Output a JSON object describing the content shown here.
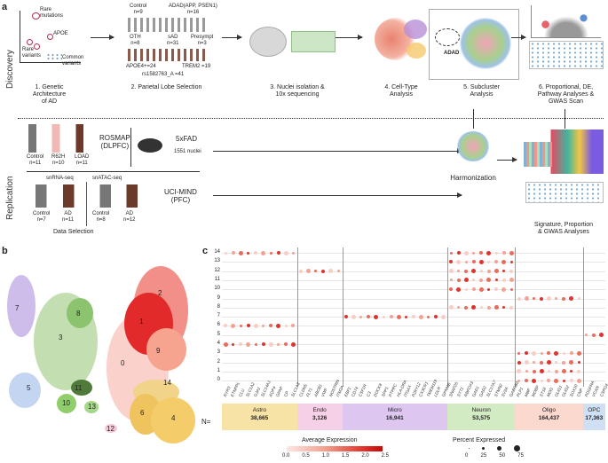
{
  "panel_labels": {
    "a": "a",
    "b": "b",
    "c": "c"
  },
  "side_labels": {
    "discovery": "Discovery",
    "replication": "Replication"
  },
  "genetics": {
    "items": [
      "Rare\nmutations",
      "APOE",
      "Rare\nvariants",
      "Common\nvariants"
    ],
    "caption": "1. Genetic\nArchitecture\nof AD"
  },
  "cohorts": {
    "control": "Control\nn=9",
    "adad": "ADAD(APP, PSEN1)\nn=16",
    "oth": "OTH\nn=8",
    "sad": "sAD\nn=31",
    "presympt": "Presympt\nn=3",
    "apoe": "APOE4+=24",
    "trem2": "TREM2  =19",
    "rs": "rs1582763_A  =41",
    "caption": "2. Parietal Lobe Selection"
  },
  "steps": {
    "s3": "3. Nuclei isolation &\n10x sequencing",
    "s4": "4. Cell-Type\nAnalysis",
    "s5": "5. Subcluster\nAnalysis",
    "s6": "6. Proportional, DE,\nPathway Analyses &\nGWAS Scan",
    "adad_tag": "ADAD"
  },
  "replication": {
    "rosmap_groups": [
      "Control\nn=11",
      "R62H\nn=10",
      "LOAD\nn=11"
    ],
    "rosmap": "ROSMAP\n(DLPFC)",
    "fxfad": "5xFAD",
    "fxfad_n": "1551 nuclei",
    "snrna": "snRNA-seq",
    "snatac": "snATAC-seq",
    "uci_groups": [
      "Control\nn=7",
      "AD\nn=11",
      "Control\nn=8",
      "AD\nn=12"
    ],
    "uci": "UCI-MIND\n(PFC)",
    "data_selection": "Data Selection",
    "harmonization": "Harmonization",
    "signature": "Signature, Proportion\n& GWAS Analyses"
  },
  "umap_clusters": [
    "0",
    "1",
    "2",
    "3",
    "4",
    "5",
    "6",
    "7",
    "8",
    "9",
    "10",
    "11",
    "12",
    "13",
    "14"
  ],
  "dotplot": {
    "rows": [
      "14",
      "13",
      "12",
      "11",
      "10",
      "9",
      "8",
      "7",
      "6",
      "5",
      "4",
      "3",
      "2",
      "1",
      "0"
    ],
    "genes": [
      "RYR3",
      "ETNPPL",
      "CLU",
      "SLC1A2",
      "GJA1",
      "SLC14A1",
      "AQP4",
      "GFAP",
      "CP",
      "SLC1A3",
      "CLDN5",
      "FLT1",
      "ABCB1",
      "VWF",
      "NOSTRIN",
      "ITM2A",
      "EBF1",
      "CD74",
      "CSF1R",
      "C3",
      "DOCK8",
      "SPP1",
      "PTPRC",
      "HLA-DRA",
      "ITGAX",
      "P2RY12",
      "CX3CR1",
      "TMEM119",
      "LDLR",
      "GPNMB",
      "SNAP25",
      "SYT1",
      "RBFOX3",
      "GAD1",
      "GAD2",
      "SLC17A7",
      "STMN2",
      "SV2A",
      "GABRB2",
      "PLP1",
      "MBP",
      "MOBP",
      "ST18",
      "MOG",
      "OLIG1",
      "OLIG2",
      "SOX10",
      "CNP",
      "PDGFRA",
      "VCAN",
      "CSPG4"
    ],
    "celltypes": [
      {
        "name": "Astro",
        "n": "38,665",
        "color": "#f8e3a6"
      },
      {
        "name": "Endo",
        "n": "3,126",
        "color": "#f6d0e6"
      },
      {
        "name": "Micro",
        "n": "16,941",
        "color": "#ddc7f1"
      },
      {
        "name": "Neuron",
        "n": "53,575",
        "color": "#d2ebc3"
      },
      {
        "name": "Oligo",
        "n": "164,437",
        "color": "#fbd9cf"
      },
      {
        "name": "OPC",
        "n": "17,363",
        "color": "#cfe0f4"
      }
    ],
    "n_label": "N=",
    "legend": {
      "avg_title": "Average Expression",
      "avg_ticks": [
        "0.0",
        "0.5",
        "1.0",
        "1.5",
        "2.0",
        "2.5"
      ],
      "pct_title": "Percent Expressed",
      "pct_ticks": [
        "0",
        "25",
        "50",
        "75"
      ]
    }
  }
}
